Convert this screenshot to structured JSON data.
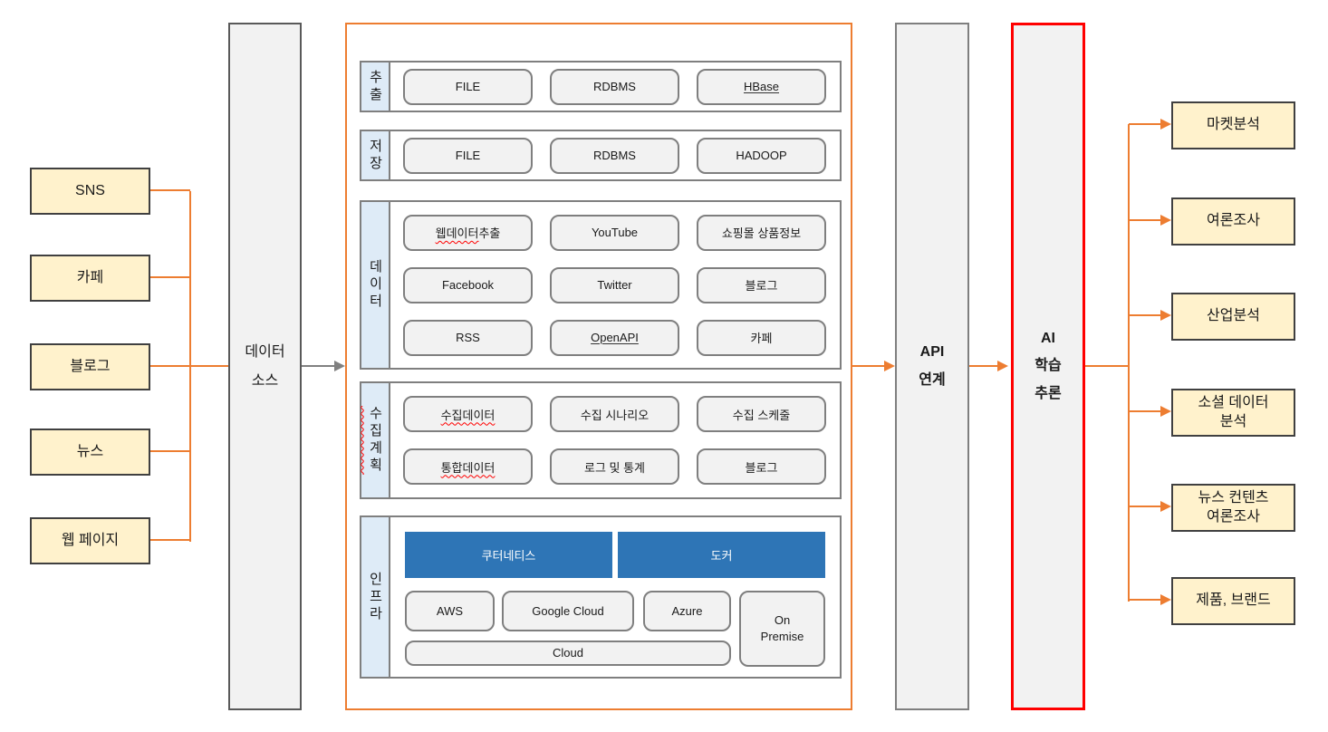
{
  "diagram": {
    "colors": {
      "orange": "#ED7D31",
      "red": "#FF0000",
      "blue": "#2E75B6",
      "yellow": "#FFF2CC",
      "label_blue": "#DEEBF7",
      "box_fill": "#F2F2F2",
      "border_gray": "#7F7F7F",
      "border_dark": "#595959",
      "connector_gray": "#808080"
    },
    "sources": [
      "SNS",
      "카페",
      "블로그",
      "뉴스",
      "웹 페이지"
    ],
    "data_source_label": "데이터\n소스",
    "pipeline_rows": [
      {
        "id": "extract",
        "label": "추출",
        "items": [
          {
            "label": "FILE"
          },
          {
            "label": "RDBMS"
          },
          {
            "label": "HBase",
            "underline": true,
            "misspelled": true
          }
        ]
      },
      {
        "id": "store",
        "label": "저장",
        "items": [
          {
            "label": "FILE"
          },
          {
            "label": "RDBMS"
          },
          {
            "label": "HADOOP"
          }
        ]
      },
      {
        "id": "data",
        "label": "데이터",
        "items": [
          {
            "label": "웹데이터 추출",
            "misspelled_part": "웹데이터"
          },
          {
            "label": "YouTube"
          },
          {
            "label": "쇼핑몰 상품정보"
          },
          {
            "label": "Facebook"
          },
          {
            "label": "Twitter"
          },
          {
            "label": "블로그"
          },
          {
            "label": "RSS"
          },
          {
            "label": "OpenAPI",
            "underline": true,
            "misspelled": true
          },
          {
            "label": "카페"
          }
        ]
      },
      {
        "id": "collection-plan",
        "label": "수집계획",
        "label_misspelled": true,
        "items": [
          {
            "label": "수집데이터",
            "misspelled": true
          },
          {
            "label": "수집 시나리오"
          },
          {
            "label": "수집 스케줄"
          },
          {
            "label": "통합데이터",
            "misspelled": true
          },
          {
            "label": "로그 및 통계"
          },
          {
            "label": "블로그"
          }
        ]
      }
    ],
    "infra": {
      "label": "인프라",
      "container_boxes": [
        "쿠터네티스",
        "도커"
      ],
      "cloud_providers": [
        "AWS",
        "Google Cloud",
        "Azure"
      ],
      "on_premise": "On\nPremise",
      "cloud_bar": "Cloud"
    },
    "api_label": "API\n연계",
    "ai_label": "AI\n학습\n추론",
    "outputs": [
      "마켓분석",
      "여론조사",
      "산업분석",
      "소셜 데이터\n분석",
      "뉴스 컨텐츠\n여론조사",
      "제품, 브랜드"
    ]
  }
}
